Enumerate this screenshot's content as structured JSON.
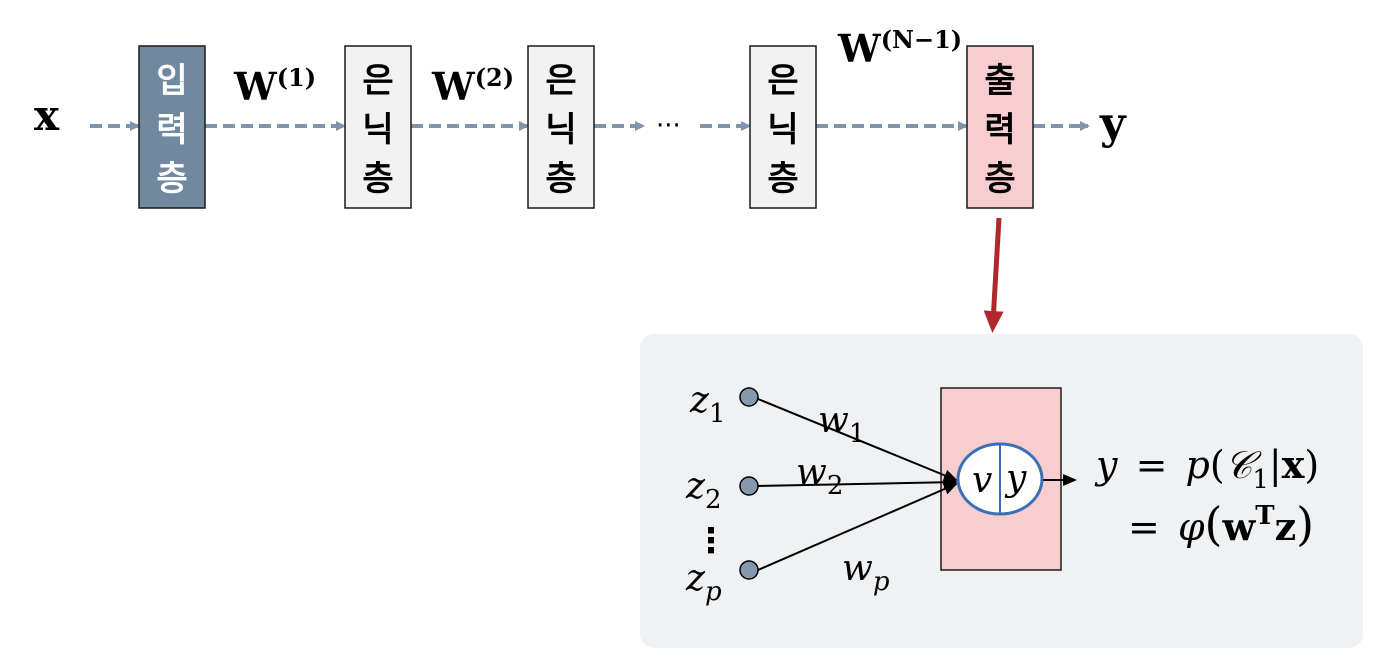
{
  "input": {
    "x_label": "x"
  },
  "output": {
    "y_label": "y"
  },
  "layers": {
    "input_layer": {
      "chars": [
        "입",
        "력",
        "층"
      ],
      "fill": "#70899f",
      "text_color": "#ffffff"
    },
    "hidden_1": {
      "chars": [
        "은",
        "닉",
        "층"
      ],
      "fill": "#f2f2f2",
      "text_color": "#000000"
    },
    "hidden_2": {
      "chars": [
        "은",
        "닉",
        "층"
      ],
      "fill": "#f2f2f2",
      "text_color": "#000000"
    },
    "hidden_n": {
      "chars": [
        "은",
        "닉",
        "층"
      ],
      "fill": "#f2f2f2",
      "text_color": "#000000"
    },
    "output_layer": {
      "chars": [
        "출",
        "력",
        "층"
      ],
      "fill": "#f7cdcf",
      "text_color": "#000000"
    }
  },
  "weights": {
    "w1": {
      "base": "W",
      "sup": "(1)"
    },
    "w2": {
      "base": "W",
      "sup": "(2)"
    },
    "wn": {
      "base": "W",
      "sup": "(N−1)"
    }
  },
  "ellipsis": "···",
  "detail": {
    "panel_fill": "#f0f1f3",
    "node_fill": "#8499ab",
    "unit_fill": "#f7cdcf",
    "circle_stroke": "#3a6fb5",
    "inputs": [
      {
        "base": "z",
        "sub": "1"
      },
      {
        "base": "z",
        "sub": "2"
      },
      {
        "base": "z",
        "sub": "p"
      }
    ],
    "weights": [
      {
        "base": "w",
        "sub": "1"
      },
      {
        "base": "w",
        "sub": "2"
      },
      {
        "base": "w",
        "sub": "p"
      }
    ],
    "vdots": "⋮",
    "neuron_v": "v",
    "neuron_y": "y",
    "eq1": {
      "lhs": "y",
      "eq": "=",
      "p": "p",
      "open": "(",
      "C": "𝒞",
      "C_sub": "1",
      "bar": "|",
      "x": "x",
      "close": ")"
    },
    "eq2": {
      "eq": "=",
      "phi": "φ",
      "open": "(",
      "w": "w",
      "T": "T",
      "z": "z",
      "close": ")"
    }
  },
  "colors": {
    "arrow": "#7f95ab",
    "down_arrow": "#b0282a"
  }
}
